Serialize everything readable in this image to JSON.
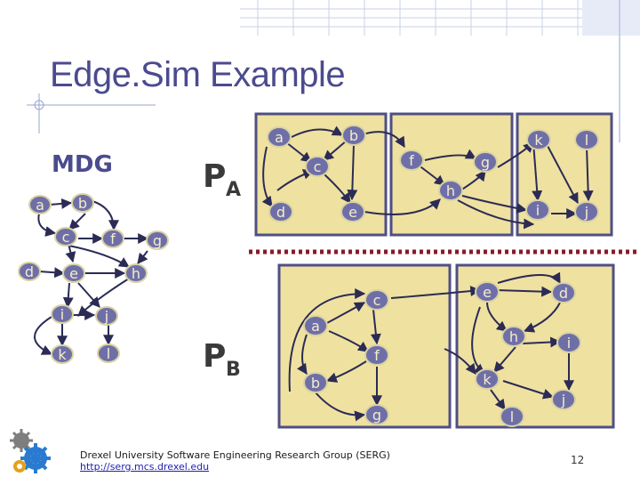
{
  "slide": {
    "title": "Edge.Sim Example",
    "footer_org": "Drexel University Software Engineering Research Group (SERG)",
    "footer_url": "http://serg.mcs.drexel.edu",
    "page_number": "12"
  },
  "labels": {
    "mdg": "MDG",
    "pa_main": "P",
    "pa_sub": "A",
    "pb_main": "P",
    "pb_sub": "B"
  },
  "colors": {
    "title": "#4b4b8f",
    "node_fill": "#6f6fa8",
    "node_stroke": "#d9d2a2",
    "node_text": "#f4eccc",
    "edge": "#2b2b55",
    "cluster_fill": "#efe1a0",
    "cluster_stroke": "#4f4f86",
    "divider": "#8a1a2a",
    "header_grid": "#c8d0e8"
  },
  "mdg_nodes": [
    "a",
    "b",
    "c",
    "f",
    "g",
    "d",
    "e",
    "h",
    "i",
    "j",
    "k",
    "l"
  ],
  "pa_clusters": [
    {
      "name": "cluster-a",
      "nodes": [
        "a",
        "b",
        "c",
        "d",
        "e"
      ]
    },
    {
      "name": "cluster-b",
      "nodes": [
        "f",
        "g",
        "h"
      ]
    },
    {
      "name": "cluster-c",
      "nodes": [
        "k",
        "l",
        "i",
        "j"
      ]
    }
  ],
  "pb_clusters": [
    {
      "name": "cluster-a",
      "nodes": [
        "c",
        "a",
        "f",
        "b",
        "g"
      ]
    },
    {
      "name": "cluster-b",
      "nodes": [
        "e",
        "d",
        "h",
        "i",
        "k",
        "l",
        "j"
      ]
    }
  ]
}
